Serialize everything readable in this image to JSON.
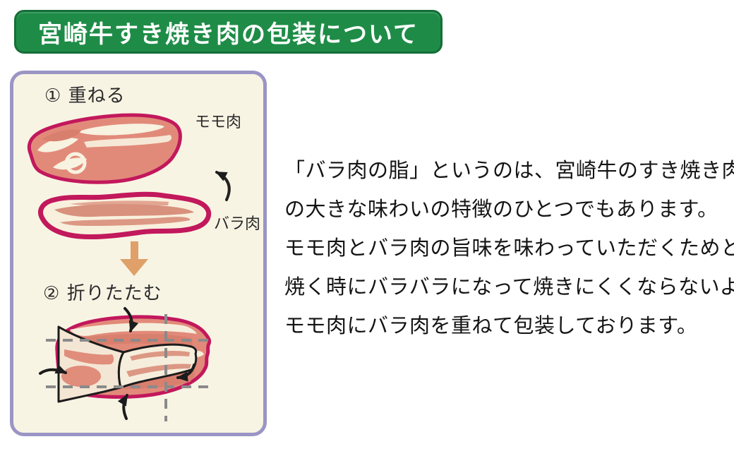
{
  "header": {
    "title": "宮崎牛すき焼き肉の包装について"
  },
  "diagram": {
    "step1_label": "① 重ねる",
    "step2_label": "② 折りたたむ",
    "momo_label": "モモ肉",
    "bara_label": "バラ肉"
  },
  "description": {
    "lines": [
      "「バラ肉の脂」というのは、宮崎牛のすき焼き肉",
      "の大きな味わいの特徴のひとつでもあります。",
      "モモ肉とバラ肉の旨味を味わっていただくためと、",
      "焼く時にバラバラになって焼きにくくならないように、",
      "モモ肉にバラ肉を重ねて包装しております。"
    ]
  },
  "icons": {
    "stack_arrow": "curved-arrow-up-left",
    "fold_down_arrow": "down-arrow",
    "fold_direction_arrows": "curved-fold-arrows"
  },
  "colors": {
    "header_green": "#1e8c47",
    "header_border_green": "#156e38",
    "panel_border_lavender": "#9a95c5",
    "panel_bg_cream": "#f8f4e4",
    "meat_outline_magenta": "#c2185c",
    "meat_fill_salmon": "#e28a7a",
    "meat_fill_dark": "#d97f6e",
    "fat_cream": "#f7efdc",
    "bara_streak_pink": "#dc9884",
    "down_arrow_tan": "#dfa069",
    "fold_line_black": "#1c1c1c",
    "dashed_line_gray": "#8a8a8a"
  }
}
